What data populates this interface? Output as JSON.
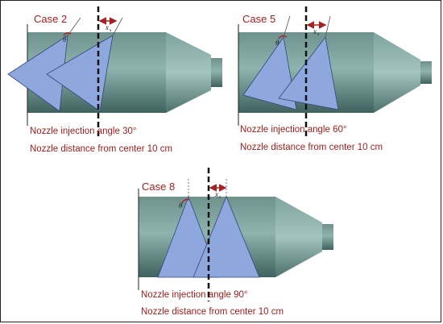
{
  "panels": [
    {
      "case_label": "Case 2",
      "angle_symbol": "θ",
      "distance_symbol": "x",
      "distance_subscript": "s",
      "caption_angle": "Nozzle injection angle 30°",
      "caption_distance": "Nozzle distance from center 10 cm"
    },
    {
      "case_label": "Case 5",
      "angle_symbol": "θ",
      "distance_symbol": "x",
      "distance_subscript": "s",
      "caption_angle": "Nozzle injection angle 60°",
      "caption_distance": "Nozzle distance from center 10 cm"
    },
    {
      "case_label": "Case 8",
      "angle_symbol": "θ",
      "distance_symbol": "x",
      "distance_subscript": "s",
      "caption_angle": "Nozzle injection angle 90°",
      "caption_distance": "Nozzle distance from center 10 cm"
    }
  ],
  "colors": {
    "pipe_dark": "#4a6e6b",
    "pipe_light": "#8fb3ae",
    "spray": "#8ea7dd",
    "caption_text": "#9b1c1c",
    "arrow": "#a52222"
  }
}
